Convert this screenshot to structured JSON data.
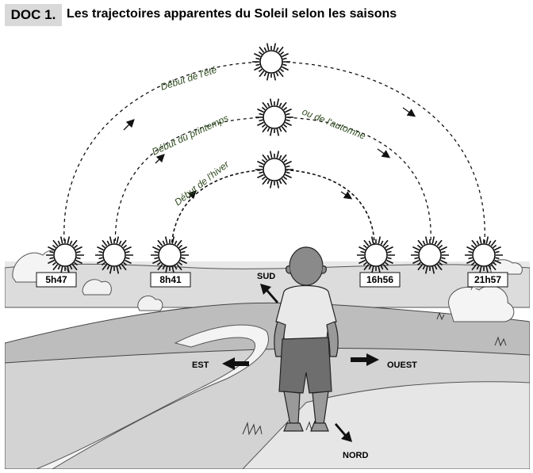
{
  "header": {
    "doc_label": "DOC 1.",
    "title": "Les trajectoires apparentes du Soleil selon les saisons"
  },
  "paths": {
    "summer": "Début de l'été",
    "spring": "Début du printemps",
    "autumn": "ou de l'automne",
    "winter": "Début de l'hiver"
  },
  "times": {
    "summer_sunrise": "5h47",
    "winter_sunrise": "8h41",
    "winter_sunset": "16h56",
    "summer_sunset": "21h57"
  },
  "directions": {
    "south": "SUD",
    "east": "EST",
    "west": "OUEST",
    "north": "NORD"
  },
  "colors": {
    "badge": "#d9d9d9",
    "path_label": "#2e4a1e",
    "ground_light": "#e4e4e4",
    "ground_mid": "#c9c9c9",
    "field_dark": "#9a9a9a"
  }
}
